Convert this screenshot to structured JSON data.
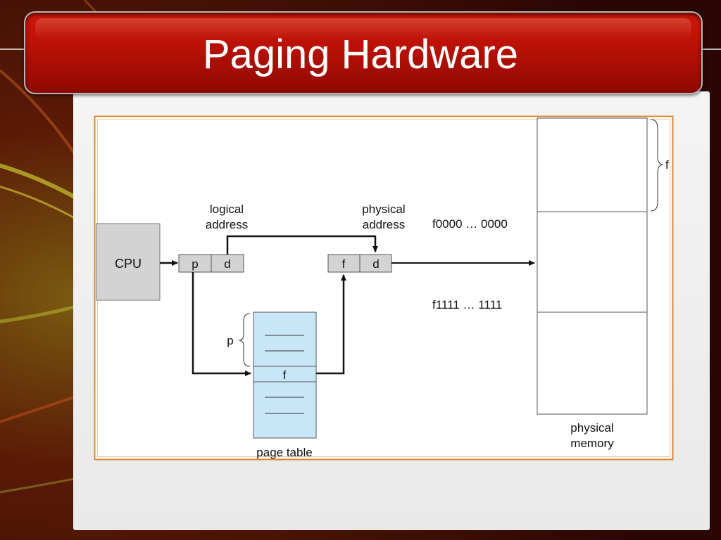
{
  "slide": {
    "title": "Paging Hardware"
  },
  "diagram": {
    "cpu_label": "CPU",
    "logical_address_line1": "logical",
    "logical_address_line2": "address",
    "physical_address_line1": "physical",
    "physical_address_line2": "address",
    "logical_p": "p",
    "logical_d": "d",
    "physical_f": "f",
    "physical_d": "d",
    "f0000_label": "f0000 … 0000",
    "f1111_label": "f1111 … 1111",
    "page_table_p": "p",
    "page_table_f": "f",
    "page_table_label": "page table",
    "physical_memory_line1": "physical",
    "physical_memory_line2": "memory",
    "frame_brace_label": "f"
  },
  "colors": {
    "title_bar": "#c4140a",
    "diagram_border": "#d98a3a",
    "cpu_fill": "#d3d3d3",
    "page_table_fill": "#c8e6f8"
  }
}
